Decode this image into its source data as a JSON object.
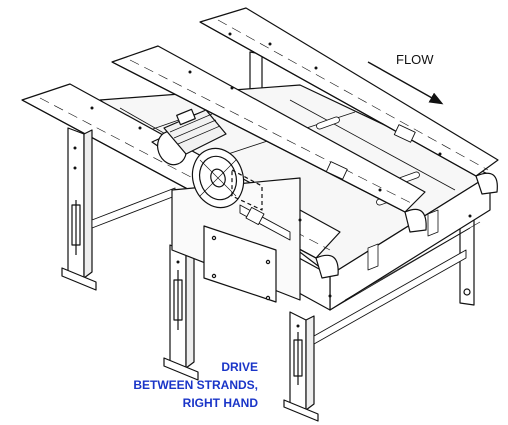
{
  "labels": {
    "flow": "FLOW"
  },
  "caption": {
    "lines": [
      "DRIVE",
      "BETWEEN STRANDS,",
      "RIGHT HAND"
    ]
  },
  "colors": {
    "line": "#111111",
    "caption": "#1a35c8",
    "background": "#ffffff"
  },
  "icons": {
    "flow_direction": "arrow-down-right-icon"
  }
}
